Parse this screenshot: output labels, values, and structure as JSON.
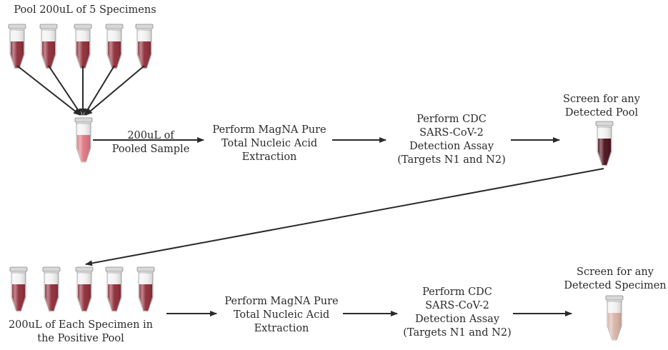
{
  "top": {
    "pool_label": "Pool 200uL of 5 Specimens",
    "pooled_sample": [
      "200uL of",
      "Pooled Sample"
    ],
    "extraction": [
      "Perform MagNA Pure",
      "Total Nucleic Acid",
      "Extraction"
    ],
    "assay": [
      "Perform CDC",
      "SARS-CoV-2",
      "Detection Assay",
      "(Targets N1 and N2)"
    ],
    "screen": [
      "Screen for any",
      "Detected Pool"
    ]
  },
  "bottom": {
    "specimens": [
      "200uL of Each Specimen in",
      "the Positive Pool"
    ],
    "extraction": [
      "Perform MagNA Pure",
      "Total Nucleic Acid",
      "Extraction"
    ],
    "assay": [
      "Perform CDC",
      "SARS-CoV-2",
      "Detection Assay",
      "(Targets N1 and N2)"
    ],
    "screen": [
      "Screen for any",
      "Detected Specimen"
    ]
  },
  "colors": {
    "specimen": "#8e2a36",
    "pooled": "#e0737f",
    "detected_pool": "#4a0d18",
    "detected_specimen": "#d9b2a6",
    "arrow": "#2a2a2a"
  },
  "icons": {
    "tube": "tube-icon"
  }
}
